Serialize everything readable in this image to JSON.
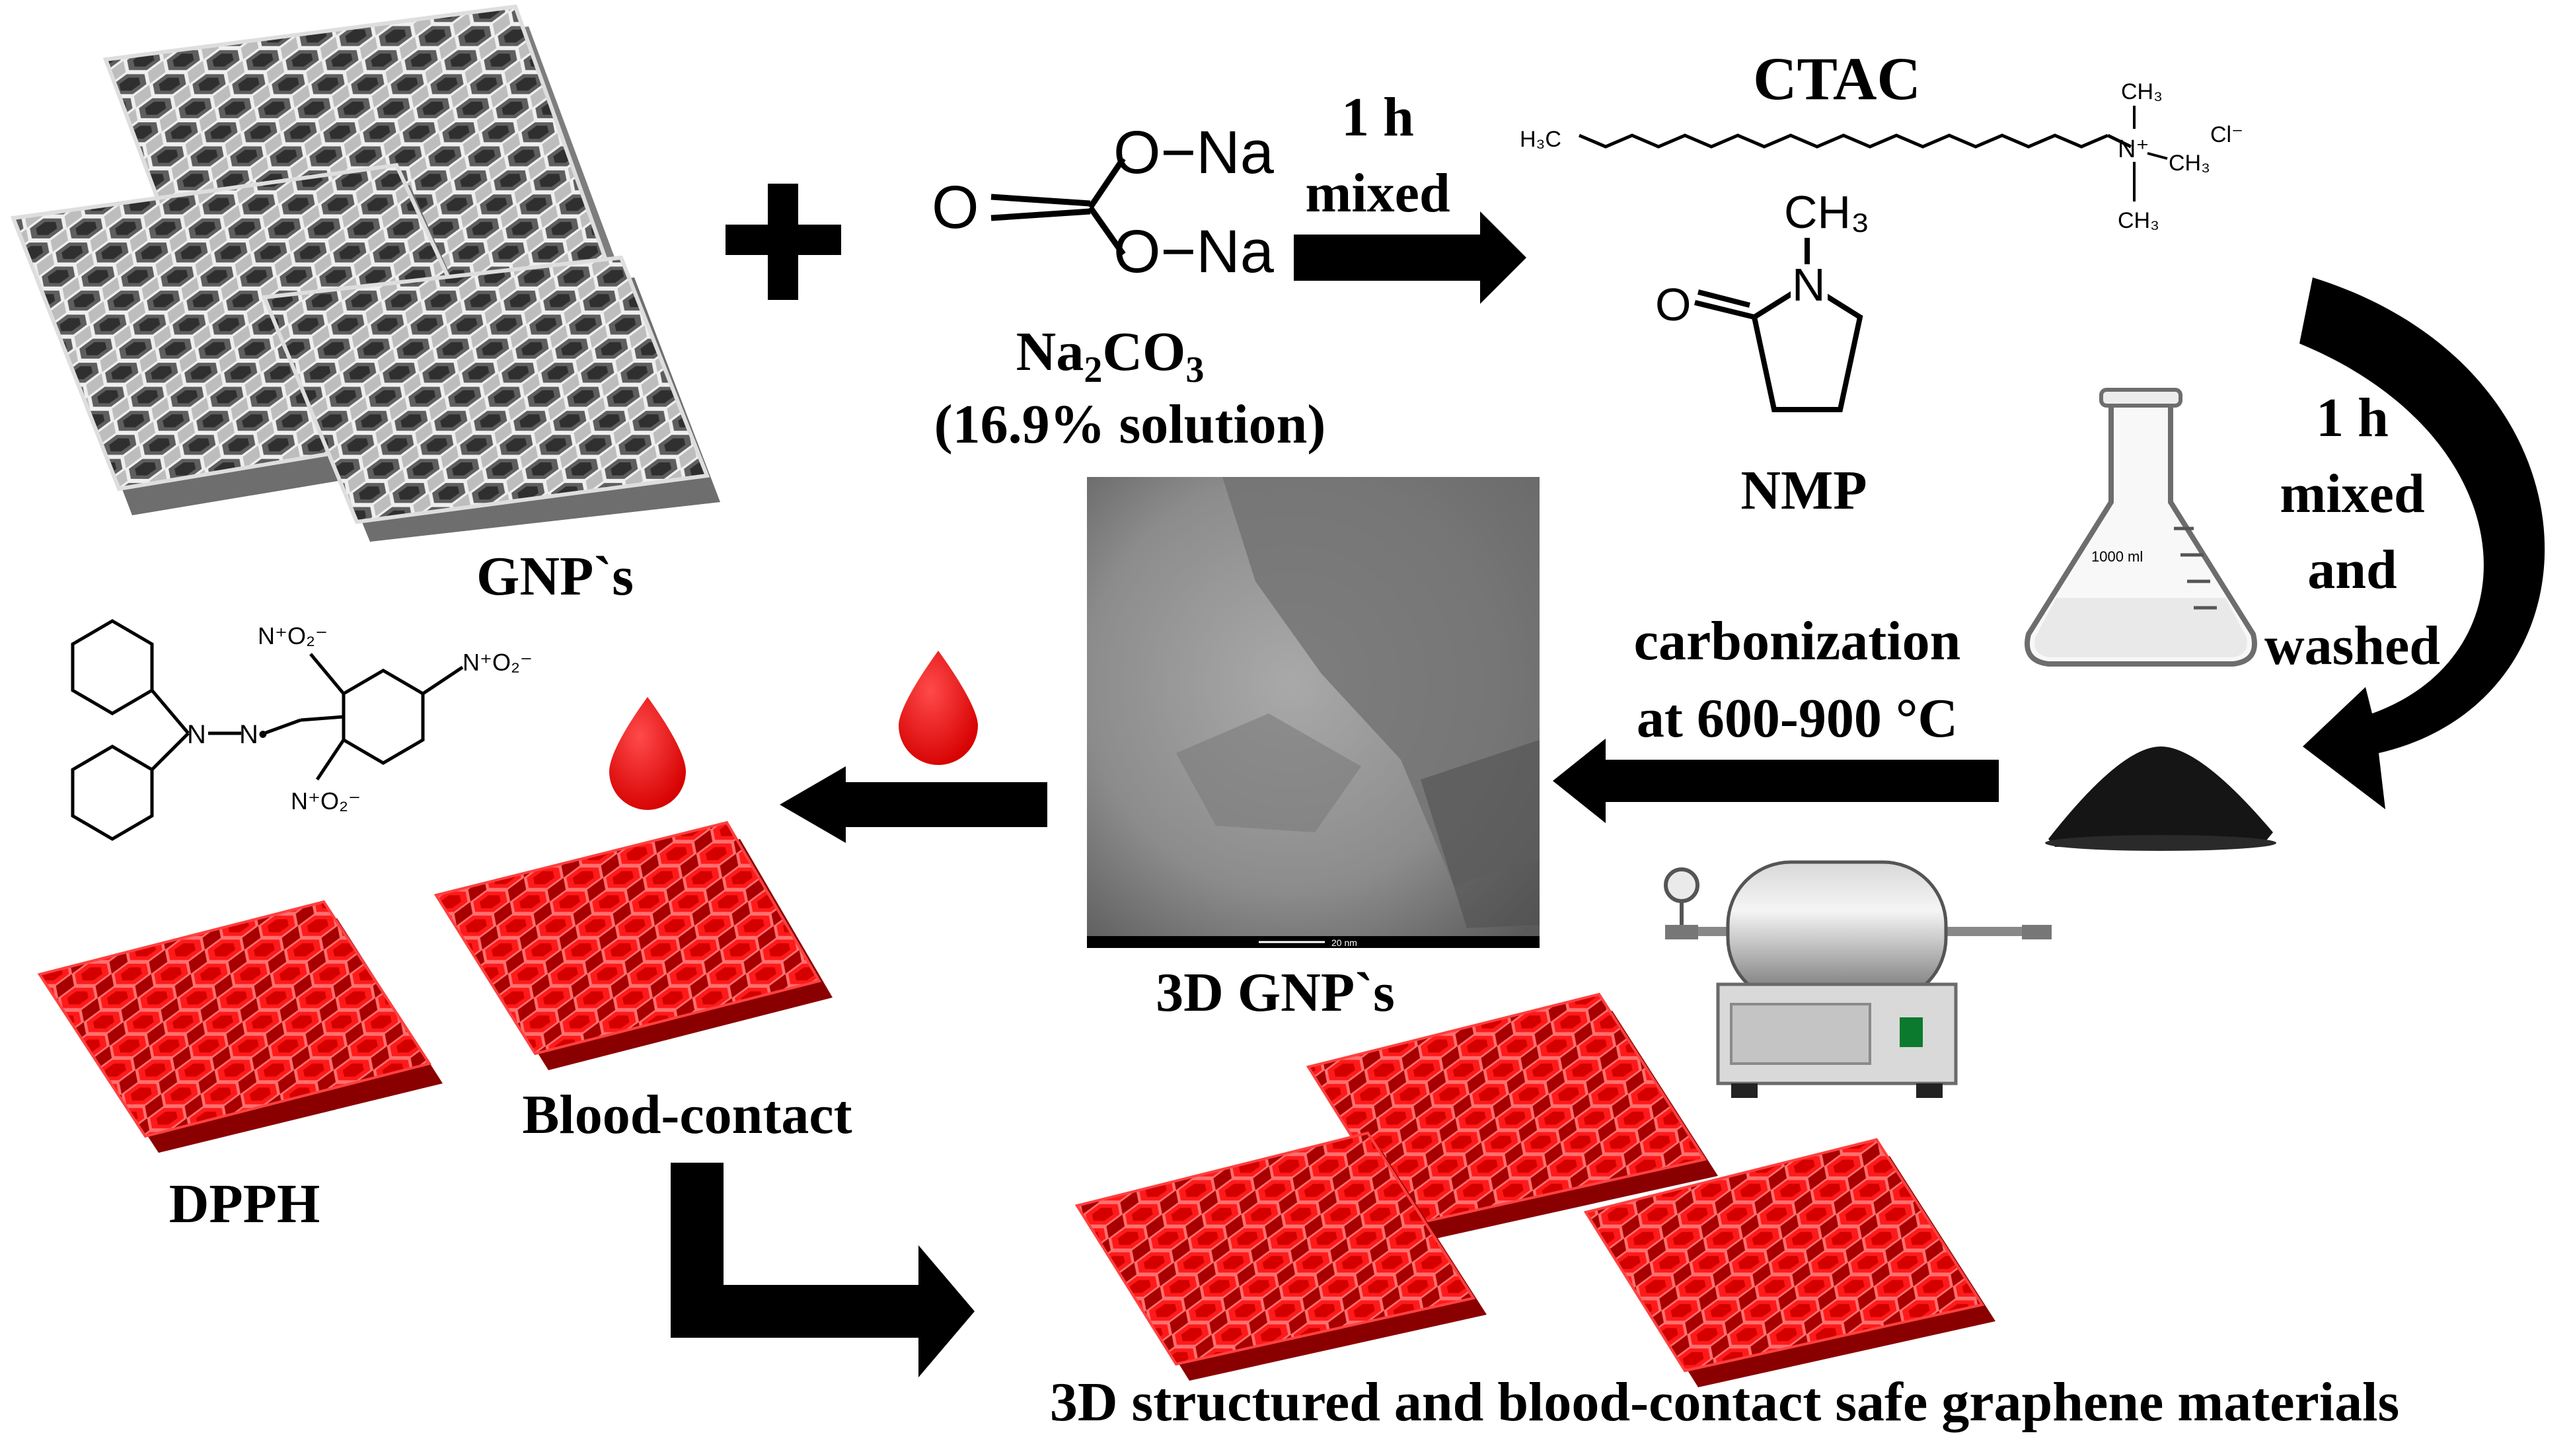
{
  "labels": {
    "gnps": "GNP`s",
    "plus": "+",
    "na2co3_prefix": "Na",
    "na2co3_sub1": "2",
    "na2co3_mid": "CO",
    "na2co3_sub2": "3",
    "na2co3_solution": "(16.9% solution)",
    "step1_line1": "1 h",
    "step1_line2": "mixed",
    "ctac": "CTAC",
    "nmp": "NMP",
    "step2_line1": "1 h",
    "step2_line2": "mixed",
    "step2_line3": "and",
    "step2_line4": "washed",
    "carbonization_line1": "carbonization",
    "carbonization_line2": "at 600-900 °C",
    "gnps_3d": "3D GNP`s",
    "dpph": "DPPH",
    "blood_contact": "Blood-contact",
    "final": "3D structured and blood-contact safe graphene materials",
    "tem_scale": "20 nm",
    "flask_volume": "1000 ml"
  },
  "molecules": {
    "na2co3": {
      "o_na_top": "O−Na",
      "o_na_bottom": "O−Na",
      "o_double": "O"
    },
    "ctac": {
      "h3c": "H₃C",
      "n_plus": "N⁺",
      "ch3_a": "CH₃",
      "ch3_b": "CH₃",
      "ch3_c": "CH₃",
      "cl": "Cl⁻"
    },
    "nmp": {
      "ch3": "CH₃",
      "n": "N",
      "o": "O"
    },
    "dpph": {
      "n1": "N",
      "n2": "N•",
      "no2_a": "N⁺O₂⁻",
      "no2_b": "N⁺O₂⁻",
      "no2_c": "N⁺O₂⁻"
    }
  },
  "icons": [
    "graphene-stack-icon",
    "blood-drop-icon",
    "erlenmeyer-flask-icon",
    "black-powder-icon",
    "tube-furnace-icon",
    "red-graphene-sheet-icon",
    "tem-image"
  ],
  "colors": {
    "red": "#e00000",
    "black": "#000000",
    "gray": "#9a9a9a"
  }
}
